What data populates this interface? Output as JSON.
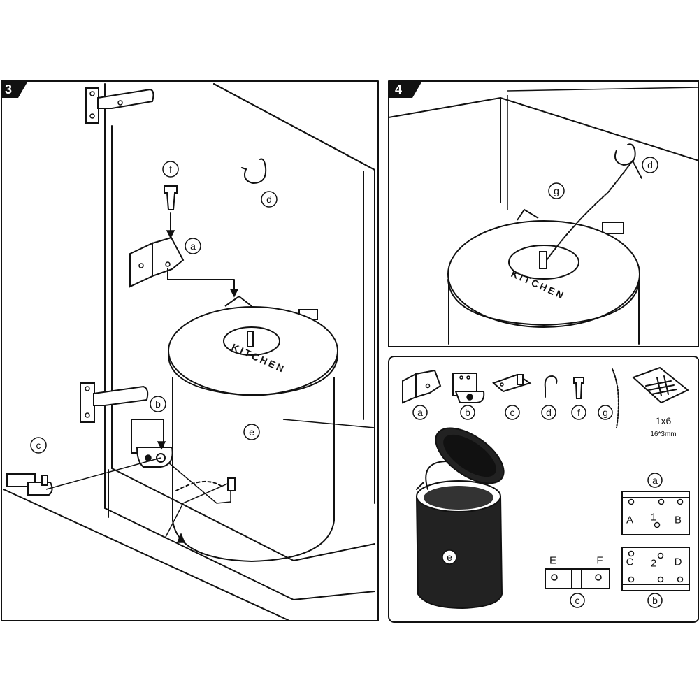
{
  "panels": {
    "step3": {
      "number": "3"
    },
    "step4": {
      "number": "4"
    }
  },
  "lid": {
    "text": "KITCHEN"
  },
  "callouts": {
    "a": "a",
    "b": "b",
    "c": "c",
    "d": "d",
    "e": "e",
    "f": "f",
    "g": "g"
  },
  "parts_panel": {
    "hardware_qty": "1x6",
    "hardware_size": "16*3mm",
    "hinge_a": {
      "left": "A",
      "center": "1",
      "right": "B"
    },
    "hinge_b": {
      "left": "C",
      "center": "2",
      "right": "D"
    },
    "hinge_c": {
      "left": "E",
      "right": "F"
    }
  }
}
